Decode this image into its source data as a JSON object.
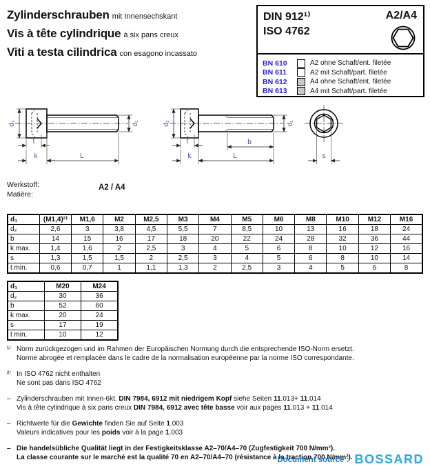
{
  "header": {
    "titles": [
      {
        "main": "Zylinderschrauben",
        "sub": "mit Innensechskant"
      },
      {
        "main": "Vis à tête cylindrique",
        "sub": "à six pans creux"
      },
      {
        "main": "Viti a testa cilindrica",
        "sub": "con esagono incassato"
      }
    ],
    "norm_box": {
      "din": "DIN 912¹⁾",
      "iso": "ISO 4762",
      "material": "A2/A4",
      "icon": "hex-socket-icon"
    },
    "bn_list": [
      {
        "bn": "BN 610",
        "swatch": "white",
        "desc": "A2 ohne Schaft/ent. filetée"
      },
      {
        "bn": "BN 611",
        "swatch": "white",
        "desc": "A2 mit Schaft/part. filetée"
      },
      {
        "bn": "BN 612",
        "swatch": "gray",
        "desc": "A4 ohne Schaft/ent. filetée"
      },
      {
        "bn": "BN 613",
        "swatch": "gray",
        "desc": "A4 mit Schaft/part. filetée"
      }
    ]
  },
  "drawings": {
    "labels": {
      "d1": "d₁",
      "d2": "d₂",
      "t": "t",
      "k": "k",
      "L": "L",
      "b": "b",
      "s": "s"
    }
  },
  "material": {
    "label_de": "Werkstoff:",
    "label_fr": "Matière:",
    "value": "A2 / A4"
  },
  "table1": {
    "header": [
      "d₁",
      "(M1,4)²⁾",
      "M1,6",
      "M2",
      "M2,5",
      "M3",
      "M4",
      "M5",
      "M6",
      "M8",
      "M10",
      "M12",
      "M16"
    ],
    "rows": [
      {
        "label": "d₂",
        "values": [
          "2,6",
          "3",
          "3,8",
          "4,5",
          "5,5",
          "7",
          "8,5",
          "10",
          "13",
          "16",
          "18",
          "24"
        ]
      },
      {
        "label": "b",
        "values": [
          "14",
          "15",
          "16",
          "17",
          "18",
          "20",
          "22",
          "24",
          "28",
          "32",
          "36",
          "44"
        ]
      },
      {
        "label": "k max.",
        "values": [
          "1,4",
          "1,6",
          "2",
          "2,5",
          "3",
          "4",
          "5",
          "6",
          "8",
          "10",
          "12",
          "16"
        ]
      },
      {
        "label": "s",
        "values": [
          "1,3",
          "1,5",
          "1,5",
          "2",
          "2,5",
          "3",
          "4",
          "5",
          "6",
          "8",
          "10",
          "14"
        ]
      },
      {
        "label": "t min.",
        "values": [
          "0,6",
          "0,7",
          "1",
          "1,1",
          "1,3",
          "2",
          "2,5",
          "3",
          "4",
          "5",
          "6",
          "8"
        ]
      }
    ]
  },
  "table2": {
    "header": [
      "d₁",
      "M20",
      "M24"
    ],
    "rows": [
      {
        "label": "d₂",
        "values": [
          "30",
          "36"
        ]
      },
      {
        "label": "b",
        "values": [
          "52",
          "60"
        ]
      },
      {
        "label": "k max.",
        "values": [
          "20",
          "24"
        ]
      },
      {
        "label": "s",
        "values": [
          "17",
          "19"
        ]
      },
      {
        "label": "t min.",
        "values": [
          "10",
          "12"
        ]
      }
    ]
  },
  "notes": [
    {
      "marker": "¹⁾",
      "lines": [
        [
          {
            "t": "Norm zurückgezogen und im Rahmen der Europäischen Normung durch die entsprechende ISO-Norm ersetzt.",
            "b": false
          }
        ],
        [
          {
            "t": "Norme abrogée et remplacée dans le cadre de la normalisation européenne par la norme ISO correspondante.",
            "b": false
          }
        ]
      ]
    },
    {
      "marker": "²⁾",
      "lines": [
        [
          {
            "t": "In ISO 4762 nicht enthalten",
            "b": false
          }
        ],
        [
          {
            "t": "Ne sont pas dans ISO 4762",
            "b": false
          }
        ]
      ]
    },
    {
      "marker": "–",
      "lines": [
        [
          {
            "t": "Zylinderschrauben mit Innen-6kt. ",
            "b": false
          },
          {
            "t": "DIN 7984, 6912 mit niedrigem Kopf",
            "b": true
          },
          {
            "t": " siehe Seiten ",
            "b": false
          },
          {
            "t": "11",
            "b": true
          },
          {
            "t": ".013+ ",
            "b": false
          },
          {
            "t": "11",
            "b": true
          },
          {
            "t": ".014",
            "b": false
          }
        ],
        [
          {
            "t": "Vis à tête cylindrique à six pans creux ",
            "b": false
          },
          {
            "t": "DIN 7984, 6912 avec tête basse",
            "b": true
          },
          {
            "t": " voir aux pages ",
            "b": false
          },
          {
            "t": "11",
            "b": true
          },
          {
            "t": ".013 + ",
            "b": false
          },
          {
            "t": "11",
            "b": true
          },
          {
            "t": ".014",
            "b": false
          }
        ]
      ]
    },
    {
      "marker": "–",
      "lines": [
        [
          {
            "t": "Richtwerte für die ",
            "b": false
          },
          {
            "t": "Gewichte",
            "b": true
          },
          {
            "t": " finden Sie auf Seite ",
            "b": false
          },
          {
            "t": "1",
            "b": true
          },
          {
            "t": ".003",
            "b": false
          }
        ],
        [
          {
            "t": "Valeurs indicatives pour les ",
            "b": false
          },
          {
            "t": "poids",
            "b": true
          },
          {
            "t": " voir à la page ",
            "b": false
          },
          {
            "t": "1",
            "b": true
          },
          {
            "t": ".003",
            "b": false
          }
        ]
      ]
    },
    {
      "marker": "–",
      "lines": [
        [
          {
            "t": "Die handelsübliche Qualität liegt in der Festigkeitsklasse A2–70/A4–70 (Zugfestigkeit 700 N/mm²).",
            "b": true
          }
        ],
        [
          {
            "t": "La classe courante sur le marché est la qualité 70 en A2–70/A4–70 (résistance à la traction 700 N/mm²).",
            "b": true
          }
        ]
      ]
    }
  ],
  "footer": {
    "label": "Document source :",
    "brand": "BOSSARD"
  },
  "colors": {
    "bn_blue": "#2422cc",
    "footer_label_blue": "#1b74c4",
    "brand_blue": "#29a8e0",
    "swatch_gray": "#c9c9c9",
    "dim_blue": "#3f518f"
  }
}
